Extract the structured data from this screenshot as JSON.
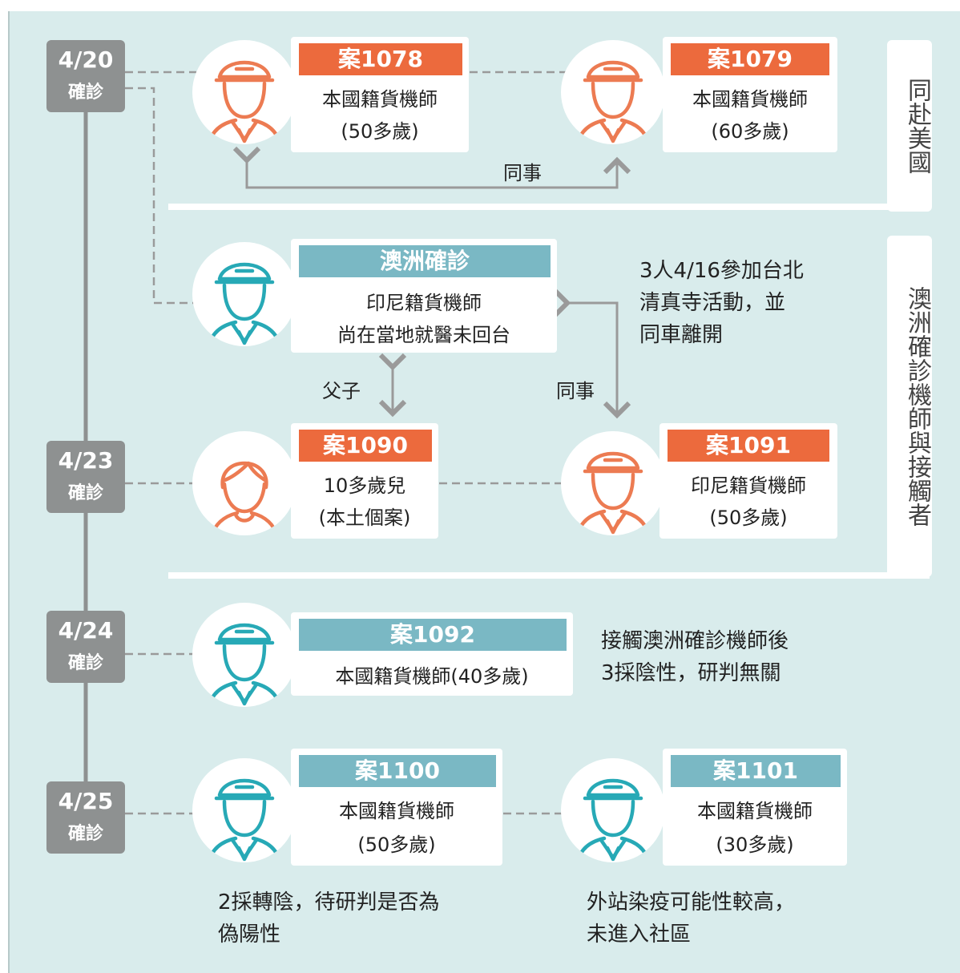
{
  "timeline": [
    {
      "date": "4/20",
      "label": "確診"
    },
    {
      "date": "4/23",
      "label": "確診"
    },
    {
      "date": "4/24",
      "label": "確診"
    },
    {
      "date": "4/25",
      "label": "確診"
    }
  ],
  "cases": [
    {
      "header": "案1078",
      "line1": "本國籍貨機師",
      "line2": "(50多歲)",
      "color": "orange",
      "icon": "pilot-icon"
    },
    {
      "header": "案1079",
      "line1": "本國籍貨機師",
      "line2": "(60多歲)",
      "color": "orange",
      "icon": "pilot-icon"
    },
    {
      "header": "澳洲確診",
      "line1": "印尼籍貨機師",
      "line2": "尚在當地就醫未回台",
      "color": "teal",
      "icon": "pilot-icon"
    },
    {
      "header": "案1090",
      "line1": "10多歲兒",
      "line2": "(本土個案)",
      "color": "orange",
      "icon": "child-icon"
    },
    {
      "header": "案1091",
      "line1": "印尼籍貨機師",
      "line2": "(50多歲)",
      "color": "orange",
      "icon": "pilot-icon"
    },
    {
      "header": "案1092",
      "line1": "本國籍貨機師(40多歲)",
      "line2": "",
      "color": "teal",
      "icon": "pilot-icon"
    },
    {
      "header": "案1100",
      "line1": "本國籍貨機師",
      "line2": "(50多歲)",
      "color": "teal",
      "icon": "pilot-icon"
    },
    {
      "header": "案1101",
      "line1": "本國籍貨機師",
      "line2": "(30多歲)",
      "color": "teal",
      "icon": "pilot-icon"
    }
  ],
  "groups": {
    "us_trip": "同赴美國",
    "australia": "澳洲確診機師與接觸者"
  },
  "relations": {
    "colleague_top": "同事",
    "father_son": "父子",
    "colleague_mid": "同事"
  },
  "notes": {
    "mosque": [
      "3人4/16參加台北",
      "清真寺活動，並",
      "同車離開"
    ],
    "case1092": [
      "接觸澳洲確診機師後",
      "3採陰性，研判無關"
    ],
    "case1100": [
      "2採轉陰，待研判是否為",
      "偽陽性"
    ],
    "case1101": [
      "外站染疫可能性較高，",
      "未進入社區"
    ]
  },
  "colors": {
    "orange": "#ec6a3d",
    "teal": "#7ab8c4",
    "icon_orange": "#ec7b52",
    "icon_teal": "#27a9b6",
    "date_box": "#8e9191",
    "background": "#d9ecec"
  }
}
